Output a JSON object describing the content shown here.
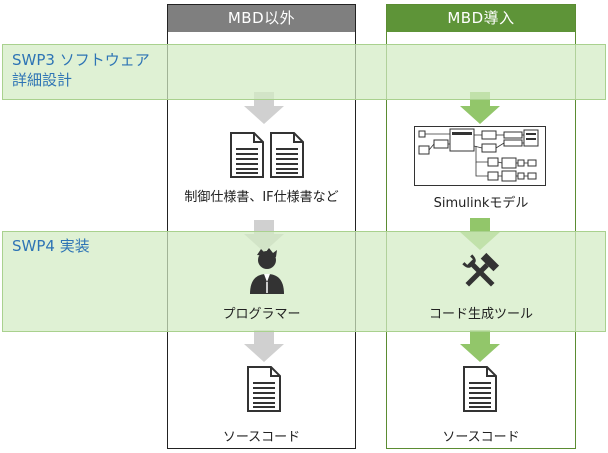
{
  "columns": {
    "left": {
      "header": "MBD以外"
    },
    "right": {
      "header": "MBD導入"
    }
  },
  "phases": [
    {
      "label": "SWP3 ソフトウェア\n詳細設計"
    },
    {
      "label": "SWP4 実装"
    }
  ],
  "left_flow": {
    "documents": "制御仕様書、IF仕様書など",
    "actor": "プログラマー",
    "output": "ソースコード"
  },
  "right_flow": {
    "model": "Simulinkモデル",
    "tool": "コード生成ツール",
    "output": "ソースコード"
  },
  "colors": {
    "left_header": "#7f7f7f",
    "right_header": "#5e9438",
    "band_fill": "#d3ebc4",
    "band_text": "#2e74b5",
    "arrow_gray": "#d0d0d0",
    "arrow_green": "#92c66a",
    "icon_dark": "#333333"
  },
  "icons": {
    "document": "document-icon",
    "programmer": "person-icon",
    "model": "simulink-diagram-icon",
    "tool": "hammer-wrench-icon"
  }
}
